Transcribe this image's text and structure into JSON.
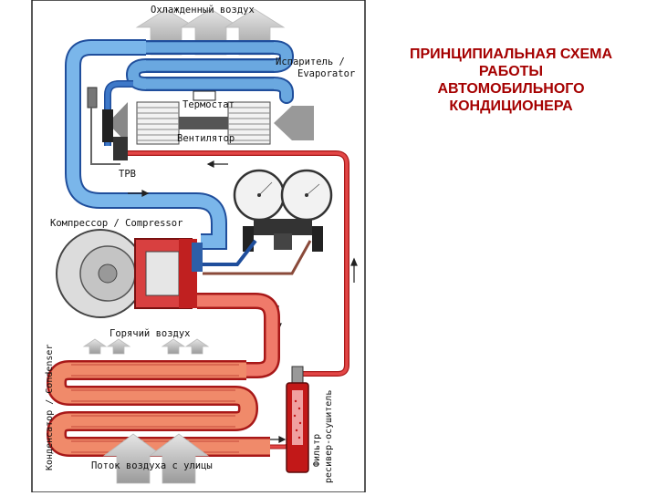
{
  "title_lines": [
    "ПРИНЦИПИАЛЬНАЯ СХЕМА",
    "РАБОТЫ",
    "АВТОМОБИЛЬНОГО",
    "КОНДИЦИОНЕРА"
  ],
  "labels": {
    "cooled_air": "Охлажденный воздух",
    "evaporator_ru": "Испаритель /",
    "evaporator_en": "Evaporator",
    "thermostat": "Термостат",
    "fan": "Вентилятор",
    "trv": "ТРВ",
    "compressor": "Компрессор / Compressor",
    "hot_air": "Горячий воздух",
    "condenser": "Конденсатор / Condenser",
    "outside_air": "Поток воздуха с улицы",
    "filter": "Фильтр",
    "receiver_dryer": "ресивер-осушитель"
  },
  "colors": {
    "cold_line": "#6aa8e0",
    "cold_dark": "#1f4e9c",
    "hot_line": "#d8373a",
    "hot_dark": "#a81818",
    "condenser_fill": "#f08a6a",
    "title": "#a50000"
  }
}
